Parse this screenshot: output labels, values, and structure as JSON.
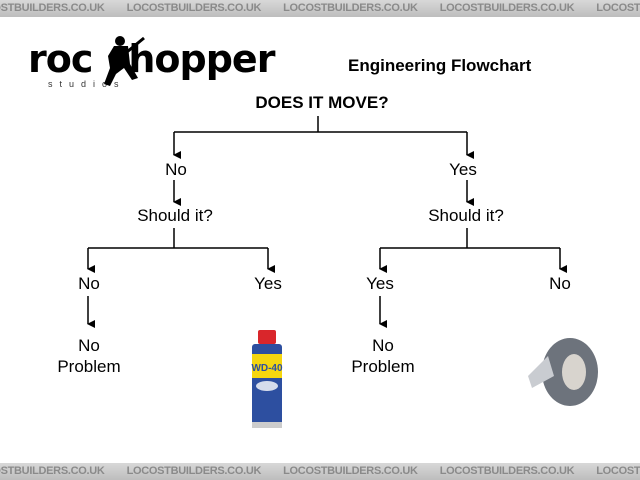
{
  "watermark": "LOCOSTBUILDERS.CO.UK",
  "logo": {
    "text": "rockhopper",
    "sub": "studios"
  },
  "title": "Engineering Flowchart",
  "root": "DOES IT MOVE?",
  "left": {
    "answer": "No",
    "question": "Should it?",
    "branches": [
      {
        "answer": "No",
        "result": [
          "No",
          "Problem"
        ]
      },
      {
        "answer": "Yes",
        "result_image": "WD-40"
      }
    ]
  },
  "right": {
    "answer": "Yes",
    "question": "Should it?",
    "branches": [
      {
        "answer": "Yes",
        "result": [
          "No",
          "Problem"
        ]
      },
      {
        "answer": "No",
        "result_image": "duct-tape"
      }
    ]
  }
}
